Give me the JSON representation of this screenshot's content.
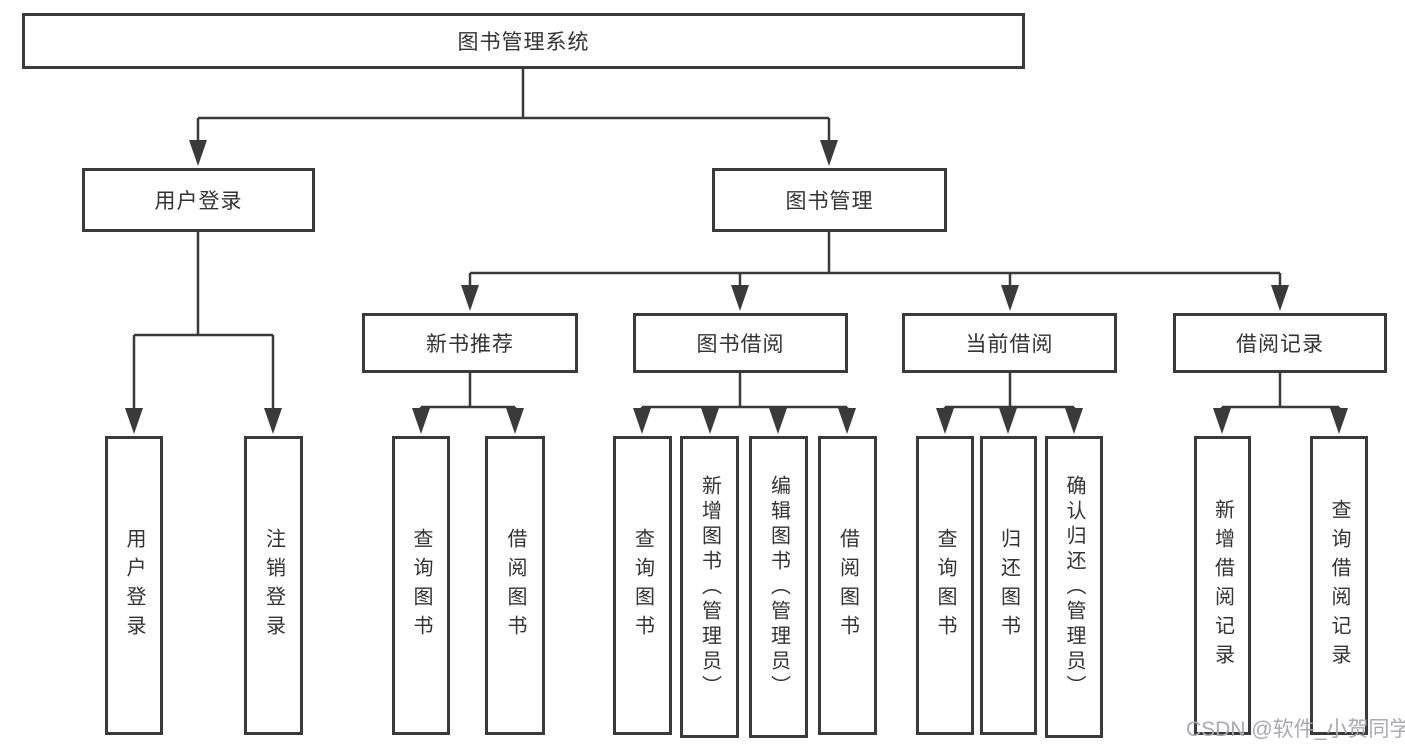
{
  "tree": {
    "label": "图书管理系统",
    "children": [
      {
        "label": "用户登录",
        "children": [
          {
            "label": "用户登录"
          },
          {
            "label": "注销登录"
          }
        ]
      },
      {
        "label": "图书管理",
        "children": [
          {
            "label": "新书推荐",
            "children": [
              {
                "label": "查询图书"
              },
              {
                "label": "借阅图书"
              }
            ]
          },
          {
            "label": "图书借阅",
            "children": [
              {
                "label": "查询图书"
              },
              {
                "label": "新增图书（管理员）"
              },
              {
                "label": "编辑图书（管理员）"
              },
              {
                "label": "借阅图书"
              }
            ]
          },
          {
            "label": "当前借阅",
            "children": [
              {
                "label": "查询图书"
              },
              {
                "label": "归还图书"
              },
              {
                "label": "确认归还（管理员）"
              }
            ]
          },
          {
            "label": "借阅记录",
            "children": [
              {
                "label": "新增借阅记录"
              },
              {
                "label": "查询借阅记录"
              }
            ]
          }
        ]
      }
    ]
  },
  "watermark": "CSDN @软件_小贺同学",
  "colors": {
    "line": "#3a3a3a",
    "box_border": "#3a3a3a",
    "text": "#333333",
    "watermark": "#a9aaae",
    "background": "#ffffff"
  }
}
